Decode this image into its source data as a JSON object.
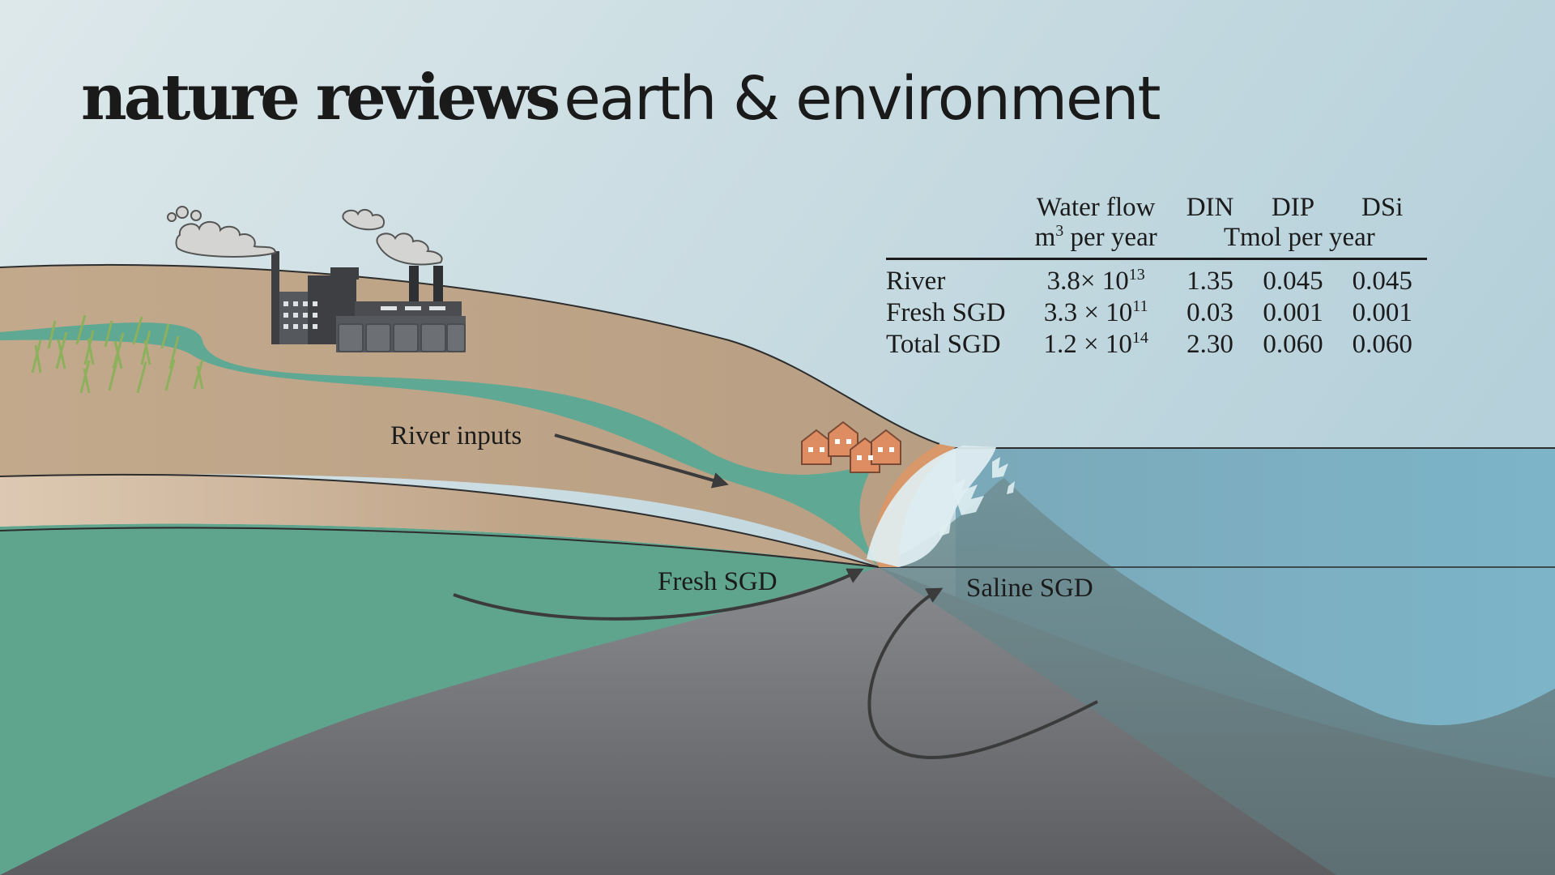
{
  "masthead": {
    "brand": "nature reviews",
    "journal": "earth & environment"
  },
  "labels": {
    "river_inputs": "River inputs",
    "fresh_sgd": "Fresh SGD",
    "saline_sgd": "Saline SGD"
  },
  "table": {
    "water_flow_header": "Water flow",
    "water_flow_unit_prefix": "m",
    "water_flow_unit_exp": "3",
    "water_flow_unit_suffix": " per year",
    "nutrient_headers": [
      "DIN",
      "DIP",
      "DSi"
    ],
    "nutrient_unit": "Tmol per year",
    "rows": [
      {
        "label": "River",
        "flow_mantissa": "3.8×",
        "flow_base": " 10",
        "flow_exp": "13",
        "din": "1.35",
        "dip": "0.045",
        "dsi": "0.045"
      },
      {
        "label": "Fresh SGD",
        "flow_mantissa": "3.3 ×",
        "flow_base": " 10",
        "flow_exp": "11",
        "din": "0.03",
        "dip": "0.001",
        "dsi": "0.001"
      },
      {
        "label": "Total SGD",
        "flow_mantissa": "1.2 ×",
        "flow_base": " 10",
        "flow_exp": "14",
        "din": "2.30",
        "dip": "0.060",
        "dsi": "0.060"
      }
    ]
  },
  "colors": {
    "sky_top": "#dbe7ea",
    "sky_right": "#b9d3dc",
    "land": "#bda487",
    "groundwater": "#5fa48d",
    "river": "#5fa893",
    "bedrock": "#6f7073",
    "sea": "#84b5c6",
    "factory": "#55585c",
    "houses": "#de8d63",
    "arrow": "#3b3b3b"
  }
}
